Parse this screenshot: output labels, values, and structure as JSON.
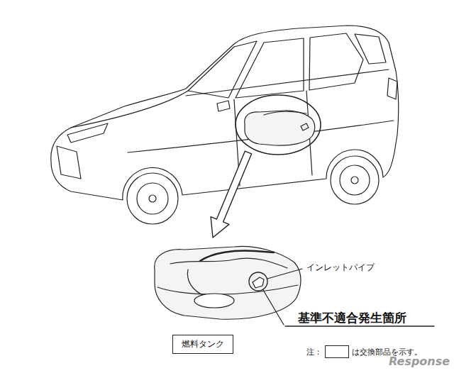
{
  "diagram": {
    "nodes": [
      {
        "text": [
          "燃料タンク"
        ]
      }
    ],
    "labels": [
      "インレットパイプ",
      "基準不適合発生箇所",
      "注：",
      "Response"
    ],
    "legend": [
      {
        "text": "は交換部品を示す。"
      }
    ]
  }
}
